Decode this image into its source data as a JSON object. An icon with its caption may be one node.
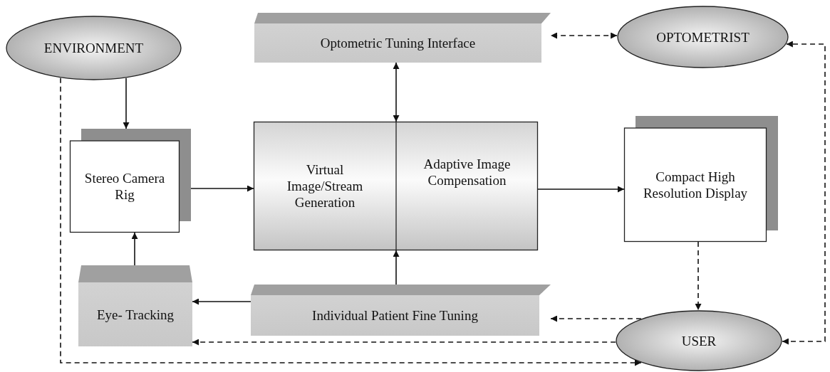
{
  "diagram": {
    "nodes": [
      {
        "text": [
          "ENVIRONMENT"
        ]
      },
      {
        "text": [
          "Optometric Tuning Interface"
        ]
      },
      {
        "text": [
          "OPTOMETRIST"
        ]
      },
      {
        "text": [
          "Stereo Camera Rig"
        ]
      },
      {
        "text": [
          "Virtual Image/Stream Generation",
          "Adaptive Image Compensation"
        ]
      },
      {
        "text": [
          "Compact High Resolution Display"
        ]
      },
      {
        "text": [
          "Eye- Tracking"
        ]
      },
      {
        "text": [
          "Individual Patient Fine Tuning"
        ]
      },
      {
        "text": [
          "USER"
        ]
      }
    ],
    "edges": [
      {
        "from": 0,
        "to": 3,
        "arrow": "to"
      },
      {
        "from": 0,
        "to": 8,
        "arrow": "to",
        "style": "dashed"
      },
      {
        "from": 3,
        "to": 4,
        "arrow": "to"
      },
      {
        "from": 6,
        "to": 3,
        "arrow": "to"
      },
      {
        "from": 1,
        "to": 4,
        "arrow": "both"
      },
      {
        "from": 7,
        "to": 4,
        "arrow": "to"
      },
      {
        "from": 7,
        "to": 6,
        "arrow": "to"
      },
      {
        "from": 4,
        "to": 5,
        "arrow": "to"
      },
      {
        "from": 5,
        "to": 8,
        "arrow": "to",
        "style": "dashed"
      },
      {
        "from": 8,
        "to": 7,
        "arrow": "to",
        "style": "dashed"
      },
      {
        "from": 8,
        "to": 6,
        "arrow": "to",
        "style": "dashed"
      },
      {
        "from": 2,
        "to": 1,
        "arrow": "both",
        "style": "dashed"
      },
      {
        "from": 8,
        "to": 2,
        "arrow": "both",
        "style": "dashed"
      }
    ]
  }
}
